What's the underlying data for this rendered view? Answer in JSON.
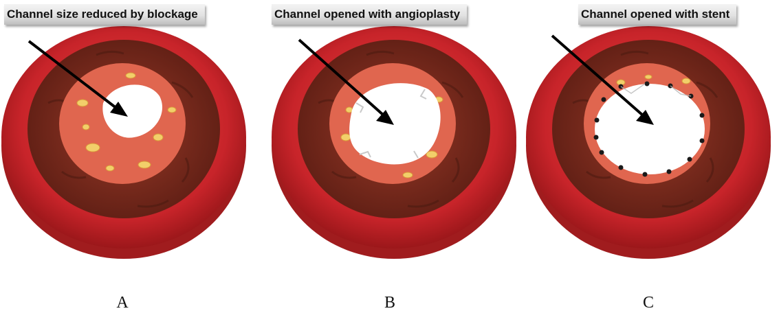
{
  "panels": [
    {
      "caption": "Channel size reduced by blockage",
      "letter": "A",
      "lumen": "narrowed"
    },
    {
      "caption": "Channel opened with angioplasty",
      "letter": "B",
      "lumen": "opened"
    },
    {
      "caption": "Channel opened with stent",
      "letter": "C",
      "lumen": "stented"
    }
  ],
  "colors": {
    "outer_wall": "#c8242a",
    "muscle_layer": "#7a2a1c",
    "plaque": "#e0664f",
    "fat_deposits": "#f2cf6a",
    "stent_struts": "#1a1a1a"
  }
}
